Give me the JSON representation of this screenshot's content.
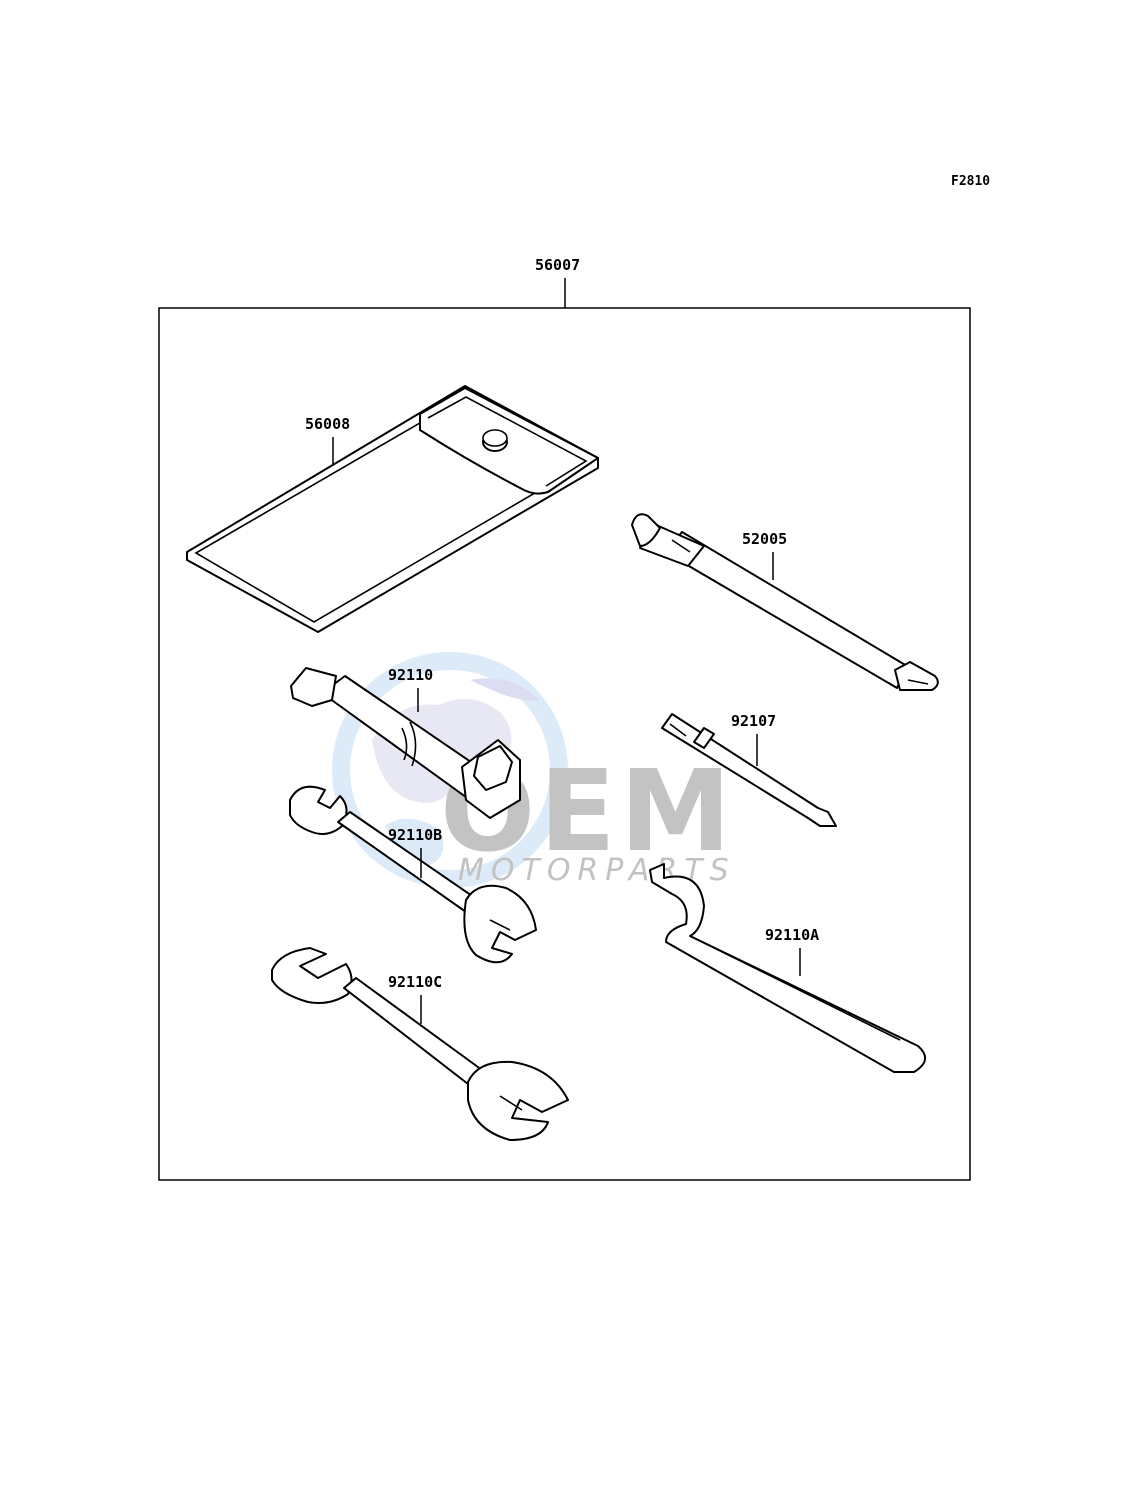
{
  "figure_code": "F2810",
  "kit": {
    "part_number": "56007"
  },
  "parts": [
    {
      "key": "pouch",
      "part_number": "56008",
      "icon": "tool-pouch-icon"
    },
    {
      "key": "screwdriver_handle",
      "part_number": "52005",
      "icon": "screwdriver-handle-icon"
    },
    {
      "key": "spark_plug_wrench",
      "part_number": "92110",
      "icon": "plug-wrench-icon"
    },
    {
      "key": "screwdriver_bit",
      "part_number": "92107",
      "icon": "screwdriver-bit-icon"
    },
    {
      "key": "open_wrench_small",
      "part_number": "92110B",
      "icon": "open-end-wrench-icon"
    },
    {
      "key": "hook_wrench",
      "part_number": "92110A",
      "icon": "hook-spanner-icon"
    },
    {
      "key": "open_wrench_large",
      "part_number": "92110C",
      "icon": "open-end-wrench-icon"
    }
  ],
  "watermark": {
    "logo": "OEM",
    "text": "MOTORPARTS",
    "globe_color": "#cfe3f3",
    "logo_color": "#b9b9b9"
  }
}
